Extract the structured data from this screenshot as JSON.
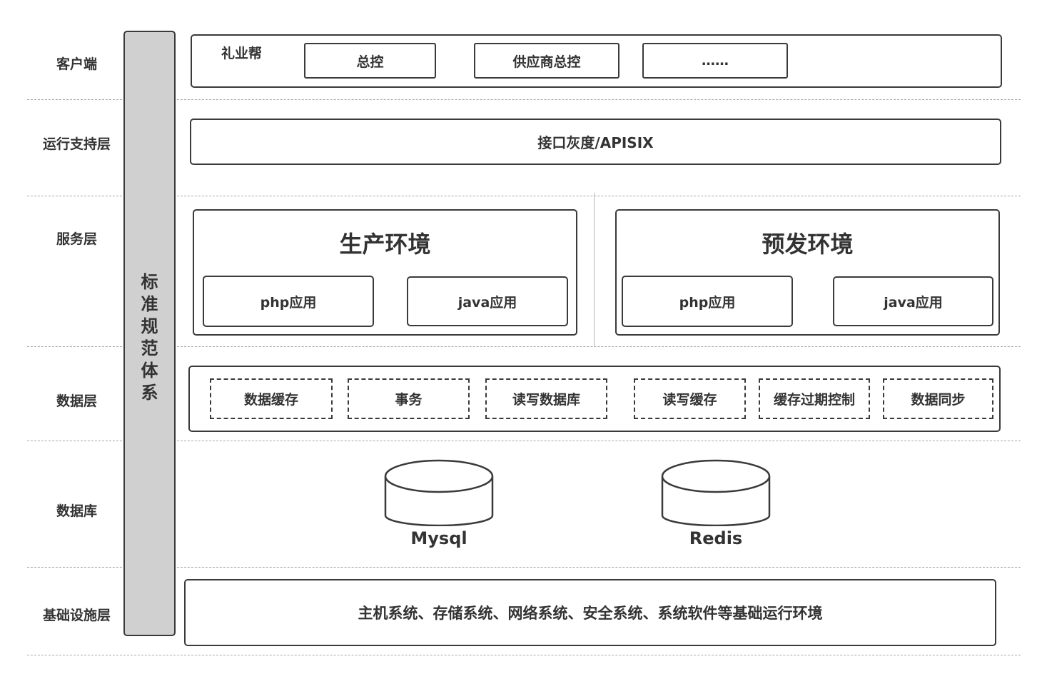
{
  "layers": {
    "client": "客户端",
    "runtime_support": "运行支持层",
    "service": "服务层",
    "data": "数据层",
    "database": "数据库",
    "infrastructure": "基础设施层"
  },
  "sidebar": {
    "label": "标准规范体系"
  },
  "client_layer": {
    "app_name": "礼业帮",
    "items": [
      "总控",
      "供应商总控",
      "……"
    ]
  },
  "runtime_layer": {
    "label": "接口灰度/APISIX"
  },
  "service_layer": {
    "production": {
      "title": "生产环境",
      "apps": [
        "php应用",
        "java应用"
      ]
    },
    "staging": {
      "title": "预发环境",
      "apps": [
        "php应用",
        "java应用"
      ]
    }
  },
  "data_layer": {
    "items": [
      "数据缓存",
      "事务",
      "读写数据库",
      "读写缓存",
      "缓存过期控制",
      "数据同步"
    ]
  },
  "database_layer": {
    "items": [
      "Mysql",
      "Redis"
    ]
  },
  "infrastructure_layer": {
    "label": "主机系统、存储系统、网络系统、安全系统、系统软件等基础运行环境"
  }
}
